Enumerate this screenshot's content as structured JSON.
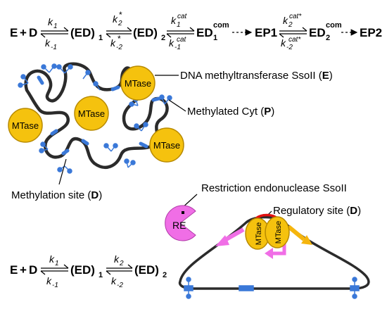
{
  "scheme_top": {
    "species": {
      "E": "E",
      "plus": "+",
      "D": "D",
      "ED1": "(ED)",
      "sub1": "1",
      "ED2": "(ED)",
      "sub2": "2",
      "EDcom1_base": "ED",
      "EDcom1_sub": "1",
      "EDcom1_sup": "com",
      "EP1": "EP1",
      "EDcom2_base": "ED",
      "EDcom2_sub": "2",
      "EDcom2_sup": "com",
      "EP2": "EP2"
    },
    "rates": {
      "k1": "k",
      "k1_sub": "1",
      "km1": "k",
      "km1_sub": "-1",
      "k2s": "k",
      "k2s_sub": "2",
      "k2s_star": "*",
      "km2s": "k",
      "km2s_sub": "-2",
      "km2s_star": "*",
      "k1cat": "k",
      "k1cat_sub": "1",
      "k1cat_sup": "cat",
      "km1cat": "k",
      "km1cat_sub": "-1",
      "km1cat_sup": "cat",
      "k2cat": "k",
      "k2cat_sub": "2",
      "k2cat_sup": "cat*",
      "km2cat": "k",
      "km2cat_sub": "-2",
      "km2cat_sup": "cat*"
    }
  },
  "scheme_bottom": {
    "E": "E",
    "plus": "+",
    "D": "D",
    "ED1": "(ED)",
    "sub1": "1",
    "ED2": "(ED)",
    "sub2": "2",
    "k1": "k",
    "k1_sub": "1",
    "km1": "k",
    "km1_sub": "-1",
    "k2": "k",
    "k2_sub": "2",
    "km2": "k",
    "km2_sub": "-2"
  },
  "mtase_label": "MTase",
  "labels": {
    "methyltransferase_prefix": "DNA  methyltransferase SsoII (",
    "methyltransferase_key": "E",
    "methylated_prefix": "Methylated Cyt (",
    "methylated_key": "P",
    "methylation_prefix": "Methylation site (",
    "methylation_key": "D",
    "restriction": "Restriction endonuclease SsoII",
    "regulatory_prefix": "Regulatory site (",
    "regulatory_key": "D",
    "close": ")",
    "re": "RE"
  },
  "colors": {
    "mtase_fill": "#f5c20e",
    "mtase_stroke": "#b88a00",
    "dna": "#2b2b2b",
    "site": "#3a78d8",
    "magenta": "#f06ee6",
    "orange": "#f5b50e",
    "red": "#e01010"
  }
}
